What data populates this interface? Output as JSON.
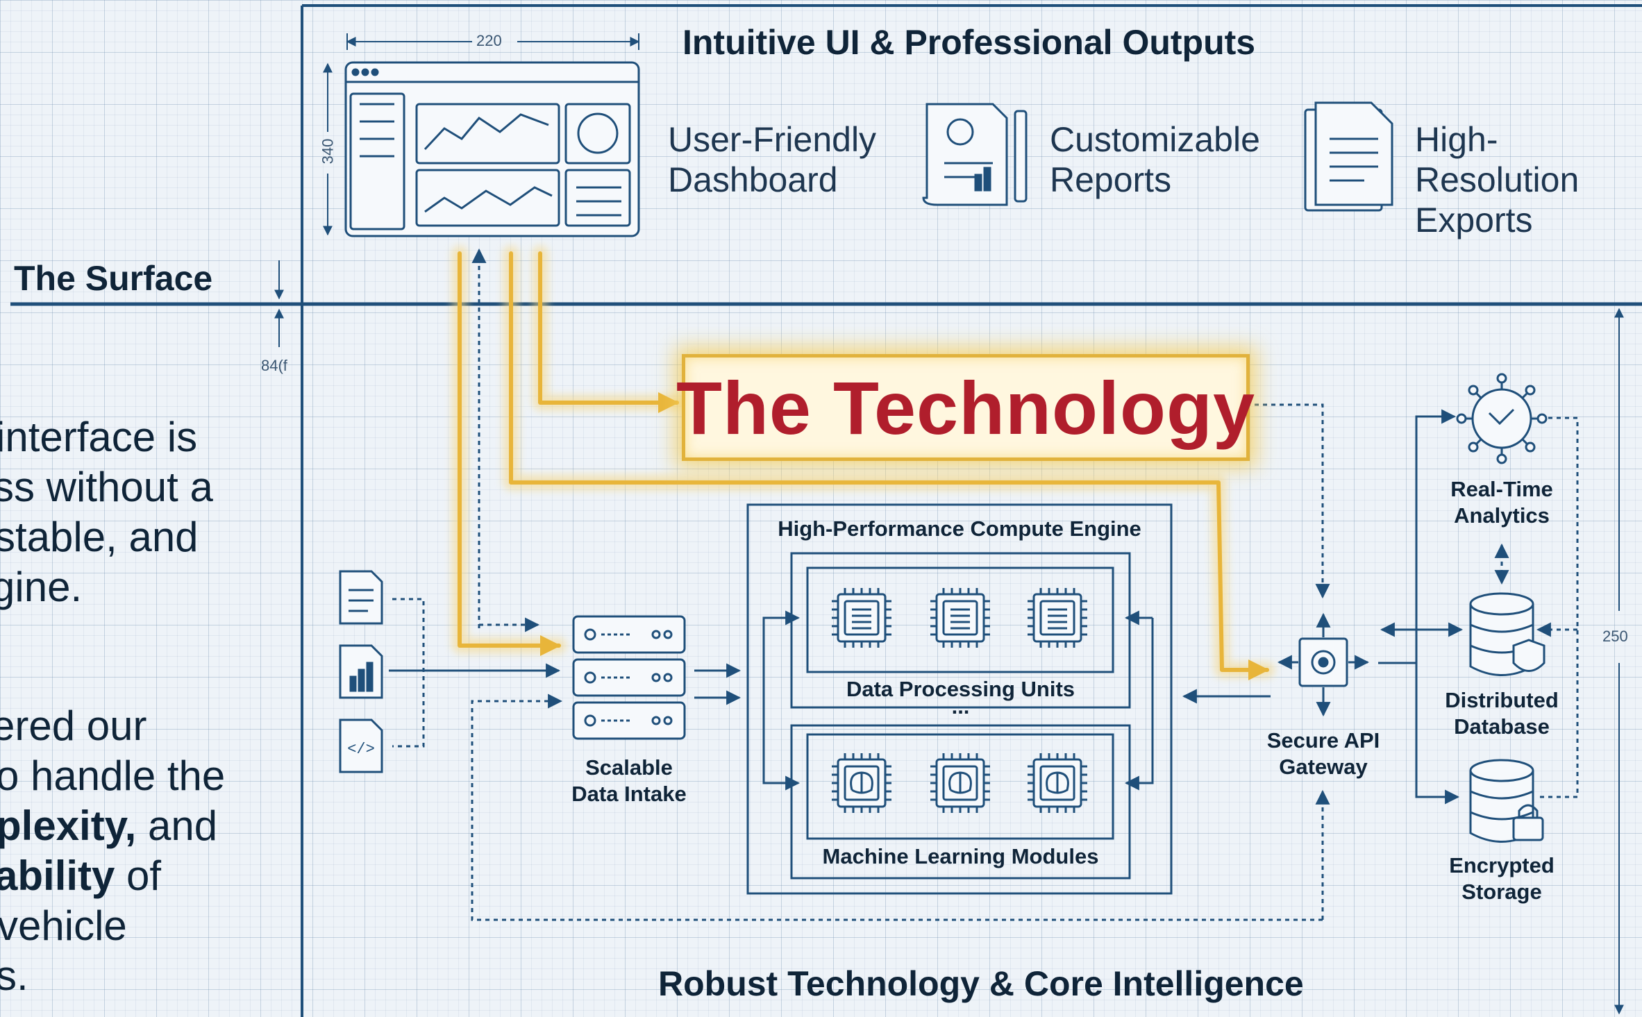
{
  "sections": {
    "top_title": "Intuitive UI & Professional Outputs",
    "bottom_title": "Robust Technology & Core Intelligence",
    "surface_label": "The Surface",
    "technology_title": "The Technology"
  },
  "outputs": [
    {
      "label": "User-Friendly\nDashboard",
      "icon": "dashboard-icon"
    },
    {
      "label": "Customizable\nReports",
      "icon": "report-icon"
    },
    {
      "label": "High-Resolution\nExports",
      "icon": "document-icon"
    }
  ],
  "dimensions": {
    "top_width": "220",
    "side_height": "340",
    "surface_gap": "84(f",
    "right_height": "250"
  },
  "side_text": {
    "line1": "interface is",
    "line2": "ss without a",
    "line3": "stable, and",
    "line4": "gine.",
    "line5": "ered our",
    "line6": "o handle the",
    "line7_bold": "plexity,",
    "line7_rest": " and",
    "line8_bold": "ability",
    "line8_rest": " of",
    "line9": "vehicle",
    "line10": "s."
  },
  "components": {
    "data_intake": "Scalable\nData Intake",
    "compute_engine": "High-Performance Compute Engine",
    "processing_units": "Data Processing Units",
    "ml_modules": "Machine Learning Modules",
    "api_gateway": "Secure API\nGateway",
    "analytics": "Real-Time\nAnalytics",
    "database": "Distributed\nDatabase",
    "storage": "Encrypted\nStorage",
    "ellipsis": "..."
  },
  "colors": {
    "line": "#1f4f7a",
    "highlight": "#e8b53a",
    "tech_title": "#b01e2c",
    "background": "#eef3f8"
  }
}
